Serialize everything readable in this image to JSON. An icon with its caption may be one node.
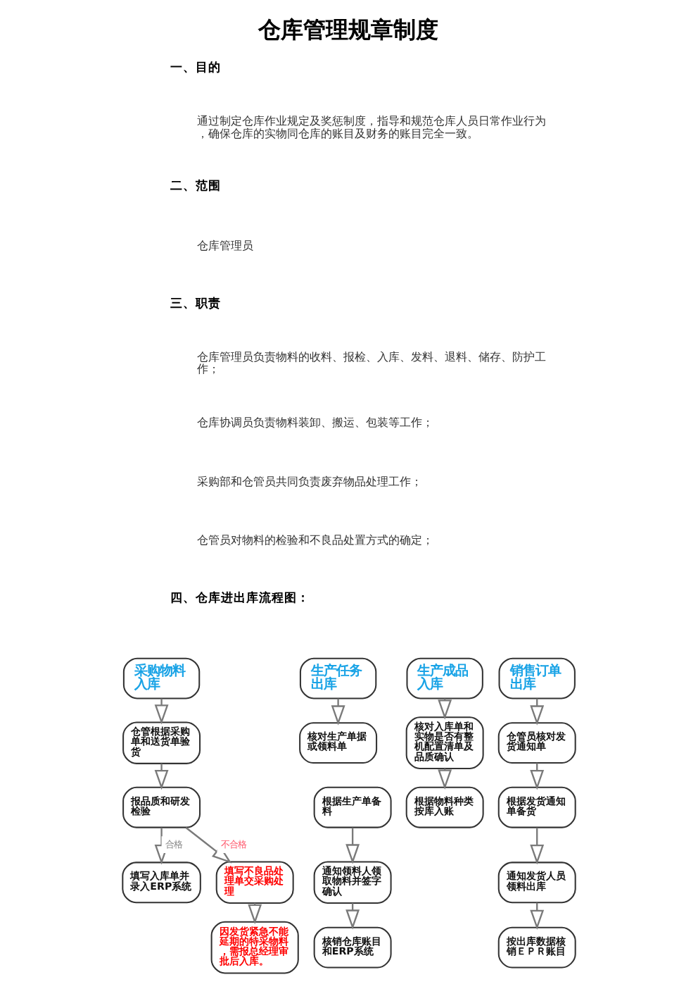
{
  "diagram": {
    "title": "仓库管理规章制度",
    "nodes": [
      {
        "text": [
          "采购物料入库"
        ]
      },
      {
        "text": [
          "仓管根据采购单和送货单验货"
        ]
      },
      {
        "text": [
          "报品质和研发检验"
        ]
      },
      {
        "text": [
          "填写入库单并录入ERP系统"
        ]
      },
      {
        "text": [
          "填写不良品处理单交采购处理"
        ]
      },
      {
        "text": [
          "因发货紧急不能延期的特采物料，需报总经理审批后入库。"
        ]
      },
      {
        "text": [
          "生产任务出库"
        ]
      },
      {
        "text": [
          "核对生产单据或领料单"
        ]
      },
      {
        "text": [
          "根据生产单备料"
        ]
      },
      {
        "text": [
          "通知领料人领取物料并签字确认"
        ]
      },
      {
        "text": [
          "核销仓库账目和ERP系统"
        ]
      },
      {
        "text": [
          "生产成品入库"
        ]
      },
      {
        "text": [
          "核对入库单和实物是否有整机配置清单及品质确认"
        ]
      },
      {
        "text": [
          "根据物料种类按库入账"
        ]
      },
      {
        "text": [
          "销售订单出库"
        ]
      },
      {
        "text": [
          "仓管员核对发货通知单"
        ]
      },
      {
        "text": [
          "根据发货通知单备货"
        ]
      },
      {
        "text": [
          "通知发货人员领料出库"
        ]
      },
      {
        "text": [
          "按出库数据核销ＥＰＲ账目"
        ]
      }
    ],
    "edges": [
      {
        "from": 0,
        "to": 1,
        "arrow": "to"
      },
      {
        "from": 1,
        "to": 2,
        "arrow": "to"
      },
      {
        "from": 2,
        "to": 3,
        "arrow": "to",
        "label": "合格"
      },
      {
        "from": 2,
        "to": 4,
        "arrow": "to",
        "label": "不合格"
      },
      {
        "from": 4,
        "to": 5,
        "arrow": "to"
      },
      {
        "from": 6,
        "to": 7,
        "arrow": "to"
      },
      {
        "from": 8,
        "to": 9,
        "arrow": "to"
      },
      {
        "from": 9,
        "to": 10,
        "arrow": "to"
      },
      {
        "from": 11,
        "to": 12,
        "arrow": "to"
      },
      {
        "from": 12,
        "to": 13,
        "arrow": "to"
      },
      {
        "from": 14,
        "to": 15,
        "arrow": "to"
      },
      {
        "from": 15,
        "to": 16,
        "arrow": "to"
      },
      {
        "from": 16,
        "to": 17,
        "arrow": "to"
      },
      {
        "from": 17,
        "to": 18,
        "arrow": "to"
      }
    ],
    "labels": [
      "一、目的",
      "通过制定仓库作业规定及奖惩制度，指导和规范仓库人员日常作业行为，确保仓库的实物同仓库的账目及财务的账目完全一致。",
      "二、范围",
      "仓库管理员",
      "三、职责",
      "仓库管理员负责物料的收料、报检、入库、发料、退料、储存、防护工作；",
      "仓库协调员负责物料装卸、搬运、包装等工作；",
      "采购部和仓管员共同负责废弃物品处理工作；",
      "仓管员对物料的检验和不良品处置方式的确定；",
      "四、仓库进出库流程图："
    ]
  }
}
